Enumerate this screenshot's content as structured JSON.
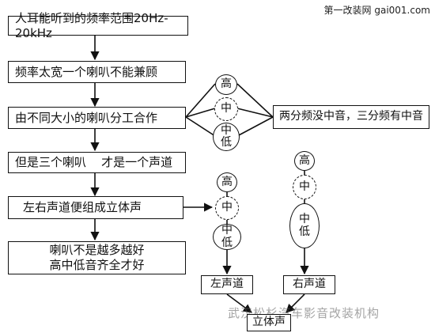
{
  "watermarks": {
    "site": "第一改装网 gai001.com",
    "brand": "武汉松杉汽车影音改装机构"
  },
  "flow": {
    "step1": "人耳能听到的频率范围20Hz-20kHz",
    "step2": "频率太宽一个喇叭不能兼顾",
    "step3": "由不同大小的喇叭分工合作",
    "step4": "但是三个喇叭    才是一个声道",
    "step5": "左右声道便组成立体声",
    "step6_line1": "喇叭不是越多越好",
    "step6_line2": "高中低音齐全才好"
  },
  "side_note": "两分频没中音，三分频有中音",
  "speakers": {
    "high": "高",
    "mid": "中",
    "low_line1": "中",
    "low_line2": "低"
  },
  "channels": {
    "left": "左声道",
    "right": "右声道",
    "stereo": "立体声"
  }
}
